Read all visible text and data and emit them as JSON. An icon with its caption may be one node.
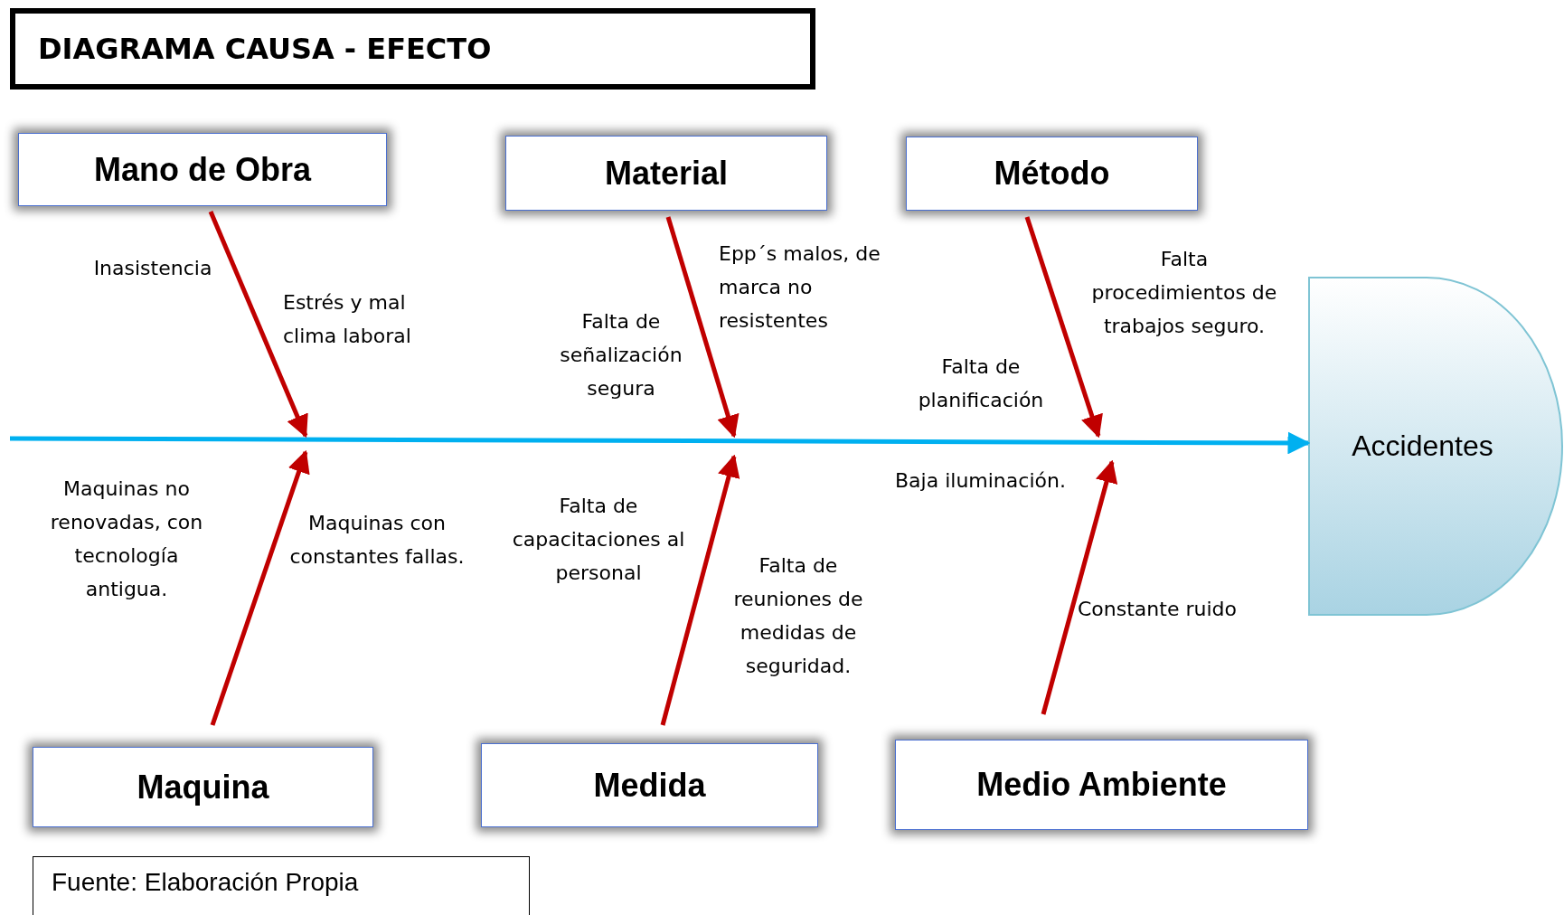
{
  "diagram": {
    "title": "DIAGRAMA CAUSA - EFECTO",
    "caption": "Fuente: Elaboración Propia",
    "nodes": [
      {
        "text": [
          "Mano de Obra"
        ]
      },
      {
        "text": [
          "Material"
        ]
      },
      {
        "text": [
          "Método"
        ]
      },
      {
        "text": [
          "Maquina"
        ]
      },
      {
        "text": [
          "Medida"
        ]
      },
      {
        "text": [
          "Medio Ambiente"
        ]
      },
      {
        "text": [
          "Accidentes"
        ]
      }
    ],
    "edges": [
      {
        "from": null,
        "to": 6,
        "arrow": "to",
        "color": "#00b0f0"
      },
      {
        "from": 0,
        "to": null,
        "arrow": "to"
      },
      {
        "from": 1,
        "to": null,
        "arrow": "to"
      },
      {
        "from": 2,
        "to": null,
        "arrow": "to"
      },
      {
        "from": 3,
        "to": null,
        "arrow": "to"
      },
      {
        "from": 4,
        "to": null,
        "arrow": "to"
      },
      {
        "from": 5,
        "to": null,
        "arrow": "to"
      }
    ],
    "labels": [
      "Inasistencia",
      "Epp´s malos, de marca no resistentes",
      "Falta procedimientos de trabajos seguro.",
      "Estrés y mal clima laboral",
      "Falta de señalización segura",
      "Falta de planificación",
      "Maquinas no renovadas, con tecnología antigua.",
      "Maquinas con constantes fallas.",
      "Falta de capacitaciones al personal",
      "Baja iluminación.",
      "Falta de reuniones de medidas de seguridad.",
      "Constante ruido"
    ]
  }
}
